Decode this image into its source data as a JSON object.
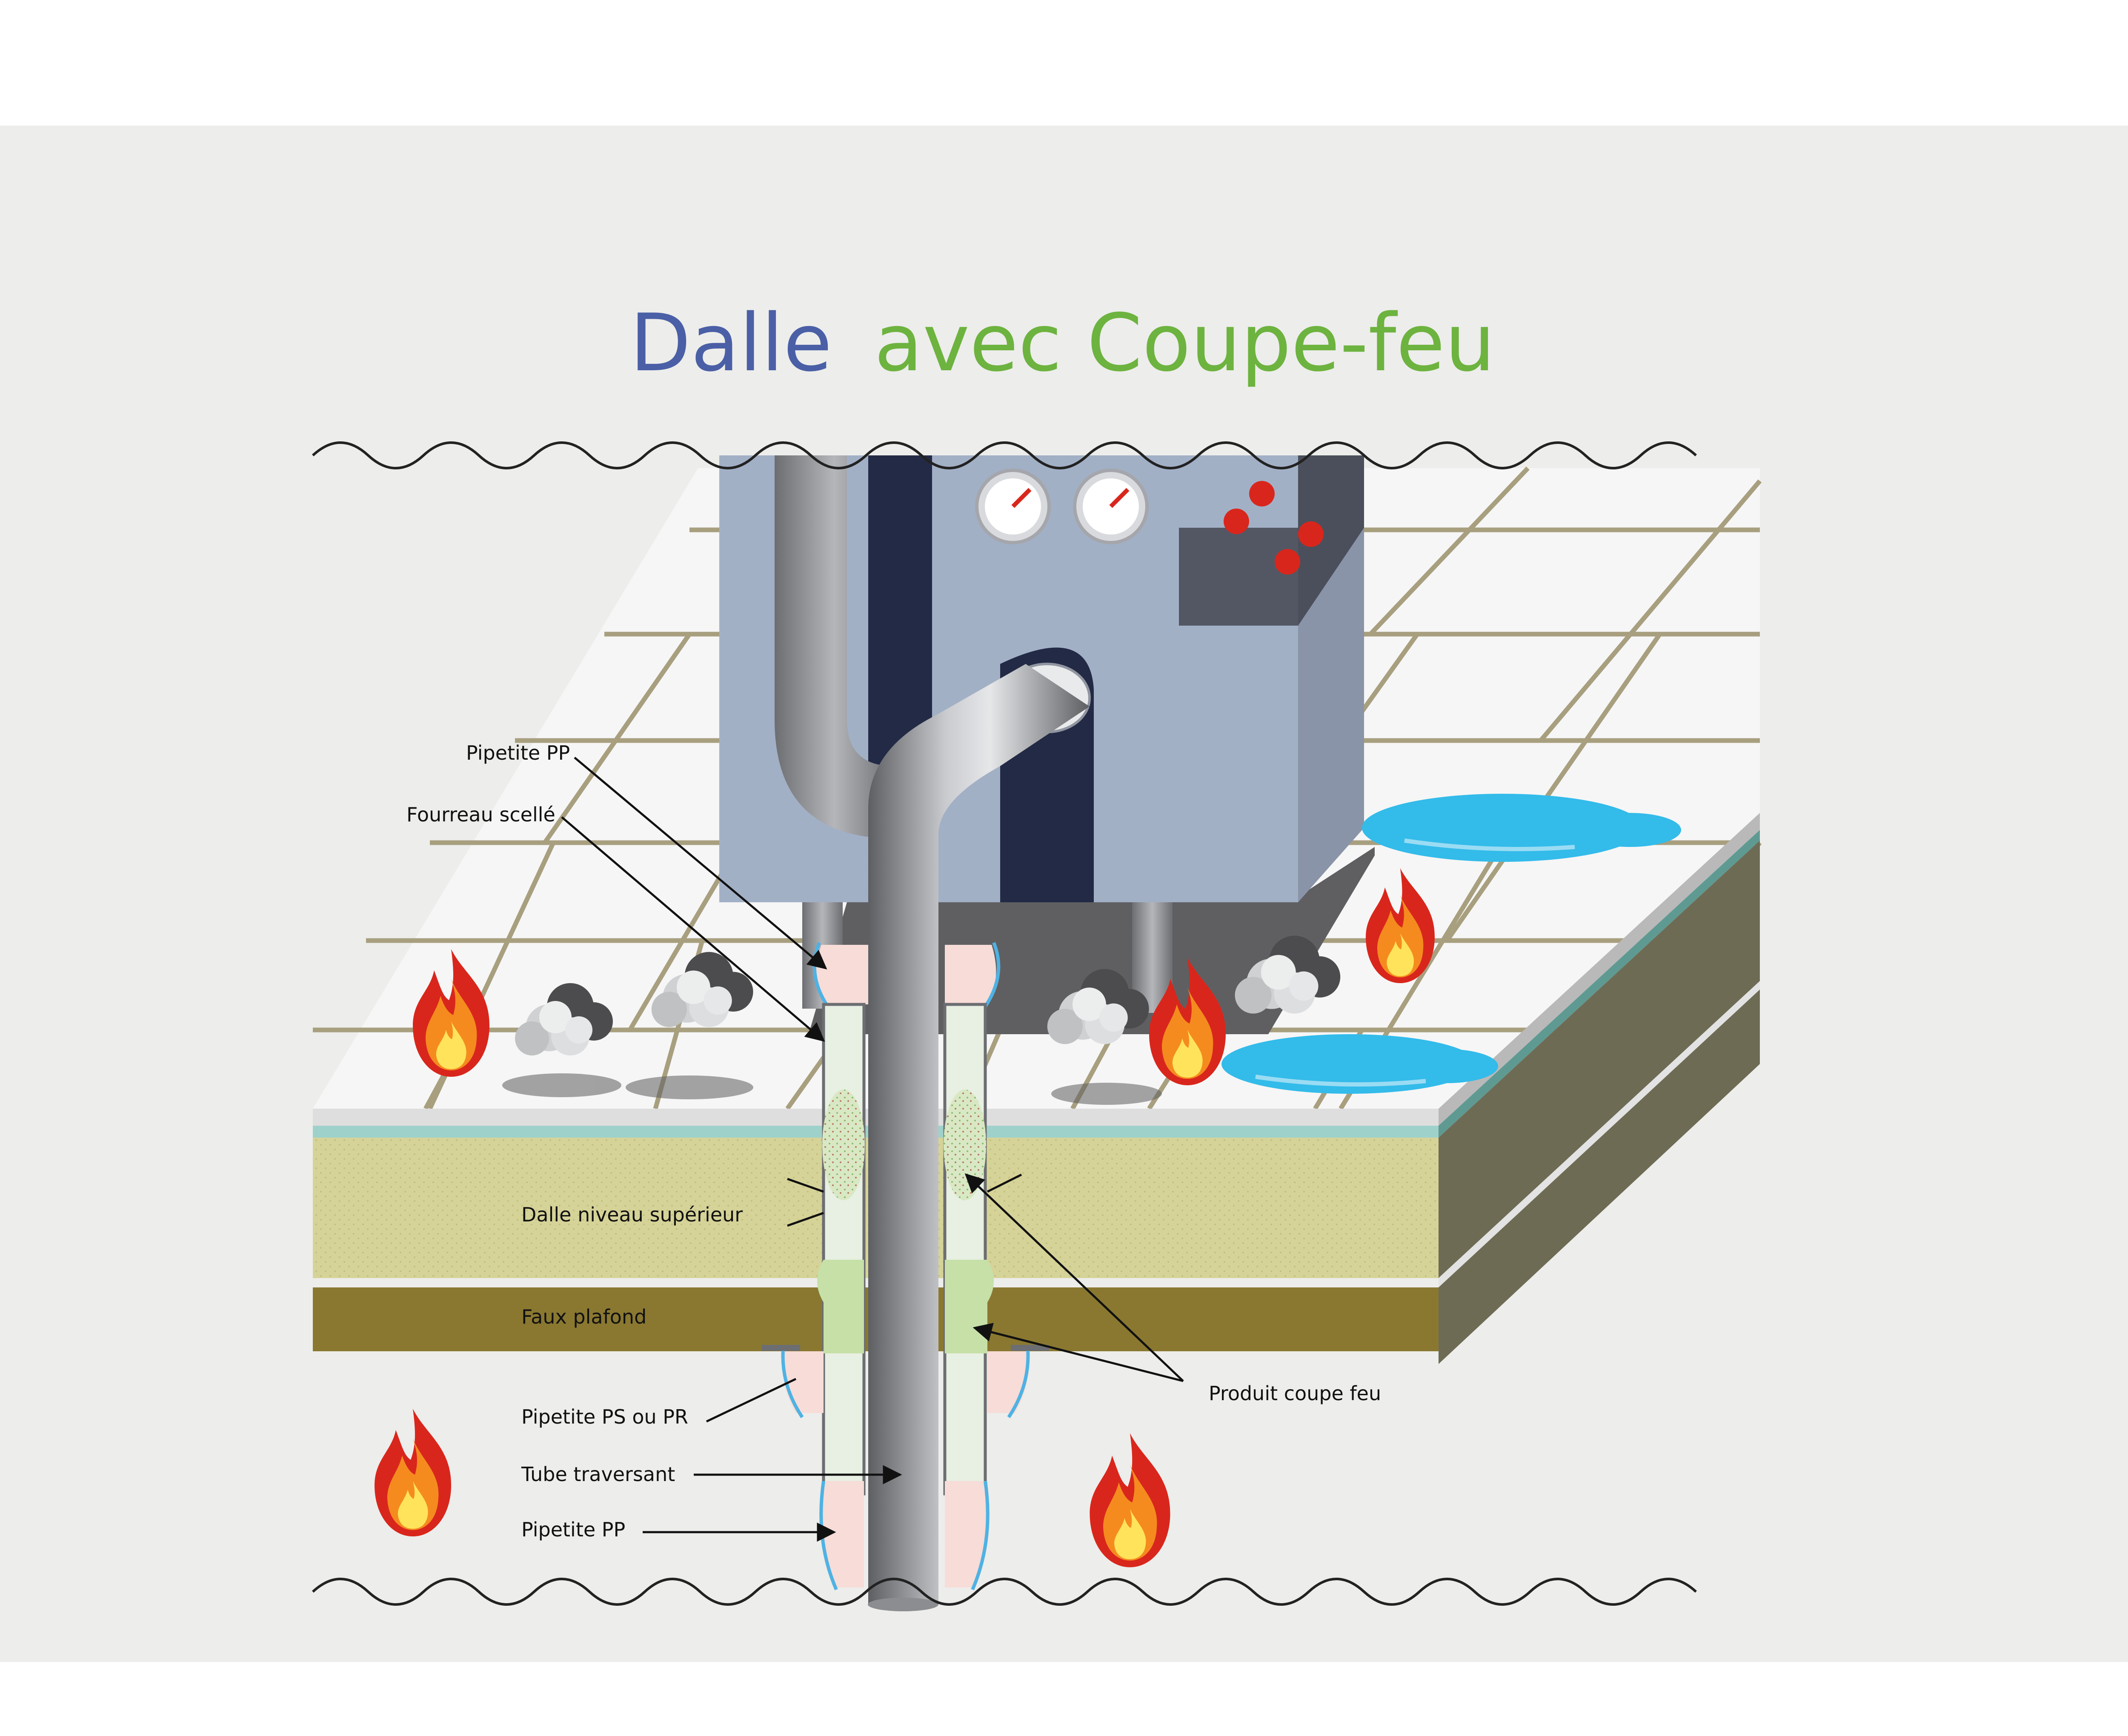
{
  "title": {
    "part1": "Dalle",
    "part2": "avec Coupe-feu"
  },
  "colors": {
    "title_blue": "#4a5fa6",
    "title_green": "#6db33f",
    "background_band": "#ededeb",
    "tile": "#f6f6f6",
    "tile_grout": "#a89f7f",
    "slab": "#d6d398",
    "false_ceiling": "#8a7831",
    "side": "#6e6b55",
    "boiler": "#a2b0c6",
    "water": "#33bbea",
    "flame_outer": "#d9261c",
    "flame_mid": "#f58b1f",
    "flame_inner": "#ffe35b"
  },
  "labels": {
    "pipetite_pp_top": "Pipetite PP",
    "fourreau_scelle": "Fourreau scellé",
    "dalle_niveau": "Dalle niveau supérieur",
    "faux_plafond": "Faux plafond",
    "pipetite_ps_pr": "Pipetite PS ou PR",
    "tube_traversant": "Tube traversant",
    "pipetite_pp_bottom": "Pipetite PP",
    "produit_coupe_feu": "Produit coupe feu"
  },
  "icons": [
    "flame-icon",
    "smoke-icon",
    "water-puddle-icon",
    "gauge-icon",
    "red-button-icon",
    "arrow-icon"
  ]
}
